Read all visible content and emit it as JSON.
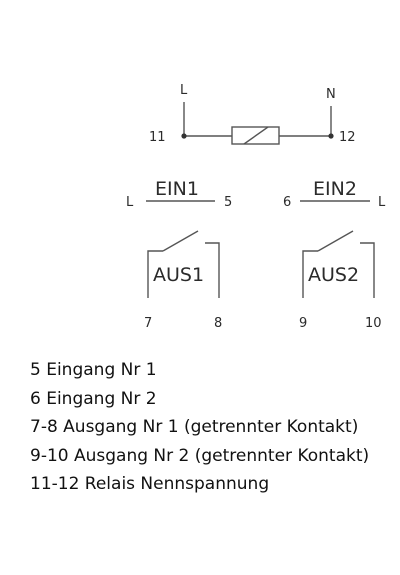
{
  "diagram": {
    "supply": {
      "left_label": "L",
      "right_label": "N"
    },
    "coil": {
      "left_terminal": "11",
      "right_terminal": "12"
    },
    "inputs": [
      {
        "name": "EIN1",
        "left_label": "L",
        "right_label": "5"
      },
      {
        "name": "EIN2",
        "left_label": "6",
        "right_label": "L"
      }
    ],
    "outputs": [
      {
        "name": "AUS1",
        "terminal_a": "7",
        "terminal_b": "8"
      },
      {
        "name": "AUS2",
        "terminal_a": "9",
        "terminal_b": "10"
      }
    ]
  },
  "legend": [
    "5 Eingang Nr 1",
    "6 Eingang Nr 2",
    "7-8 Ausgang Nr 1 (getrennter Kontakt)",
    "9-10 Ausgang Nr 2 (getrennter Kontakt)",
    "11-12 Relais Nennspannung"
  ]
}
